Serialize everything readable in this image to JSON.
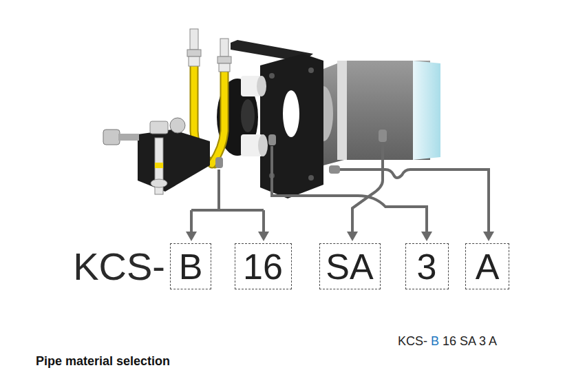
{
  "diagram": {
    "caption": "Pipe material selection",
    "nodes": [
      {
        "text": [
          "B"
        ]
      },
      {
        "text": [
          "16"
        ]
      },
      {
        "text": [
          "SA"
        ]
      },
      {
        "text": [
          "3"
        ]
      },
      {
        "text": [
          "A"
        ]
      }
    ],
    "labels": [
      "KCS-",
      "KCS-",
      "B",
      "16 SA 3 A"
    ]
  }
}
